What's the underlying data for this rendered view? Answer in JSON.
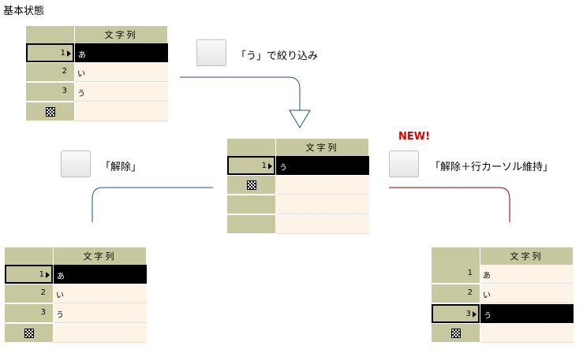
{
  "title": "基本状態",
  "grid_header": "文字列",
  "captions": {
    "filter": "「う」で絞り込み",
    "release": "「解除」",
    "release_keep": "「解除＋行カーソル維持」",
    "new_badge": "NEW!"
  },
  "icons": {
    "filter": "filter-funnel-drop-icon",
    "release": "filter-clear-icon",
    "release_keep": "filter-clear-keep-cursor-icon",
    "new_row": "new-row-checker-icon"
  },
  "colors": {
    "blue_arrow": "#3a7fd0",
    "red_arrow": "#e00000",
    "grid_header": "#c8c8a0",
    "cell_bg": "#fdf3e7",
    "new_badge": "#e00000"
  },
  "grids": {
    "base": {
      "rows": [
        {
          "num": "1",
          "value": "あ",
          "current": true
        },
        {
          "num": "2",
          "value": "い",
          "current": false
        },
        {
          "num": "3",
          "value": "う",
          "current": false
        }
      ]
    },
    "filtered": {
      "rows": [
        {
          "num": "1",
          "value": "う",
          "current": true
        }
      ]
    },
    "released": {
      "rows": [
        {
          "num": "1",
          "value": "あ",
          "current": true
        },
        {
          "num": "2",
          "value": "い",
          "current": false
        },
        {
          "num": "3",
          "value": "う",
          "current": false
        }
      ]
    },
    "released_keep": {
      "rows": [
        {
          "num": "1",
          "value": "あ",
          "current": false
        },
        {
          "num": "2",
          "value": "い",
          "current": false
        },
        {
          "num": "3",
          "value": "う",
          "current": true
        }
      ]
    }
  }
}
